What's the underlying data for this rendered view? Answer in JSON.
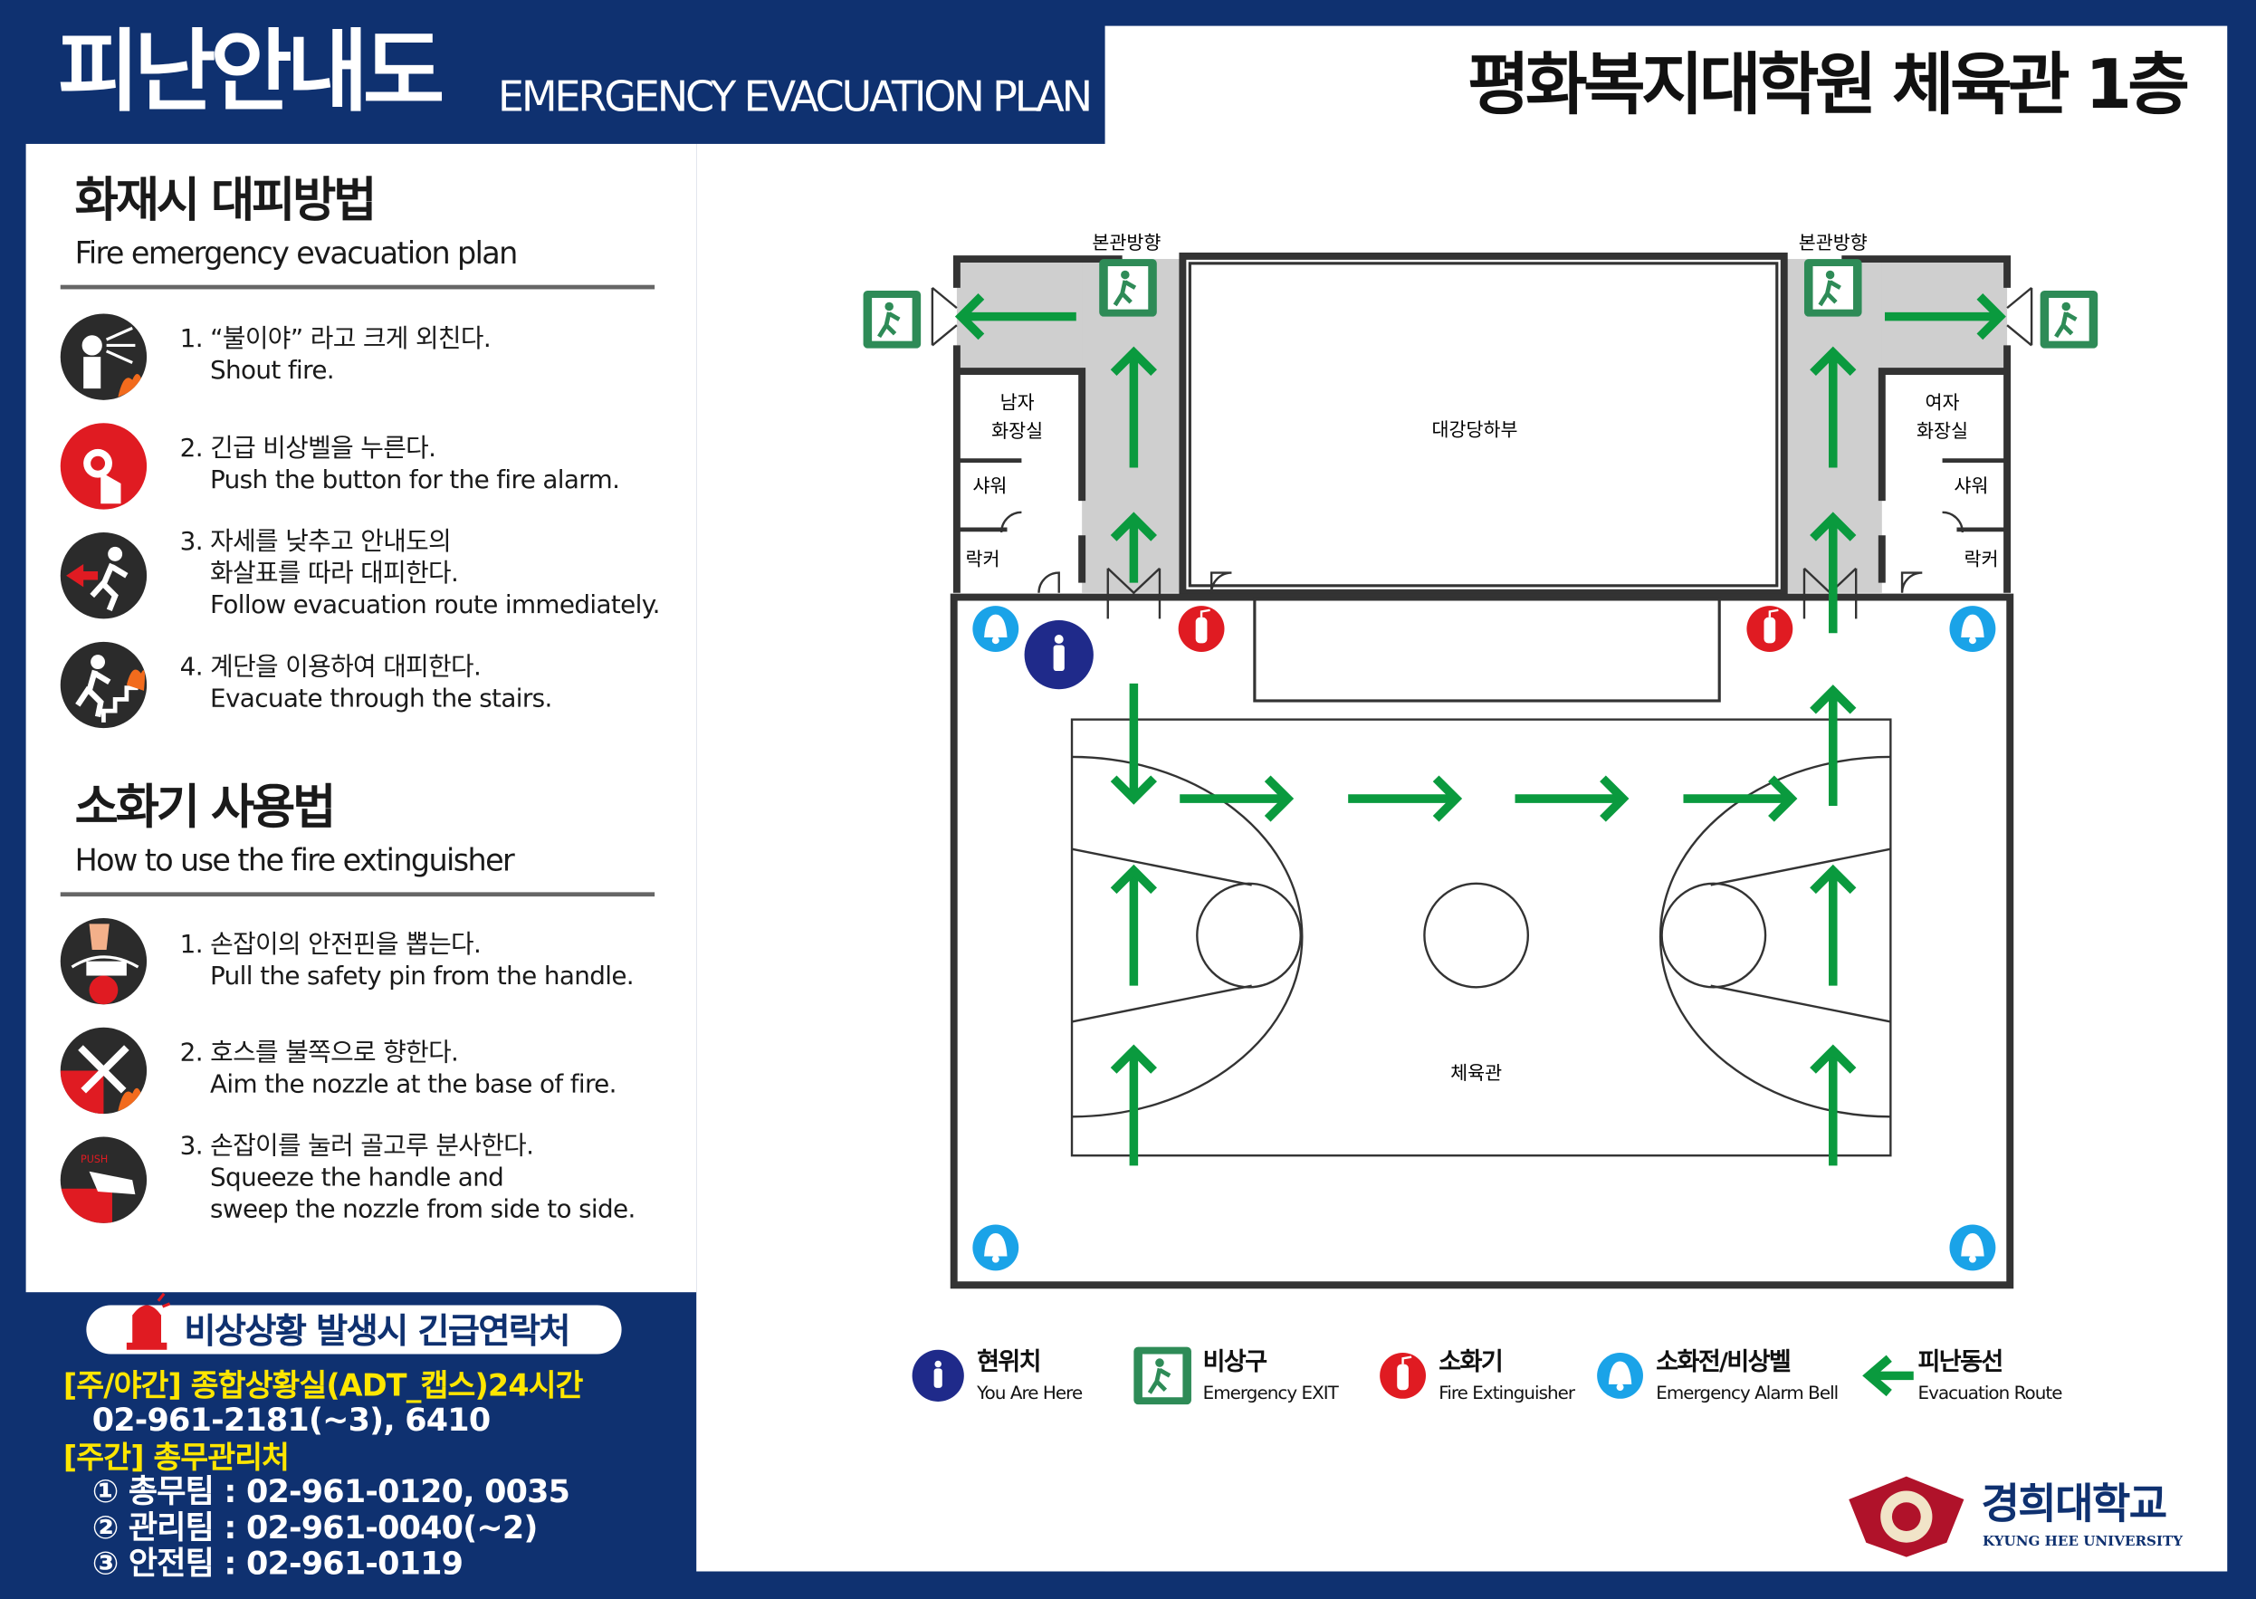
{
  "header": {
    "title_ko": "피난안내도",
    "title_en": "EMERGENCY EVACUATION PLAN",
    "building": "평화복지대학원 체육관 1층"
  },
  "fire_section": {
    "title": "화재시 대피방법",
    "subtitle": "Fire emergency evacuation plan",
    "steps": [
      {
        "ko": "1. “불이야” 라고 크게 외친다.",
        "en": [
          "Shout fire."
        ]
      },
      {
        "ko": "2. 긴급 비상벨을 누른다.",
        "en": [
          "Push the button for the fire alarm."
        ]
      },
      {
        "ko": "3. 자세를 낮추고 안내도의",
        "ko2": "화살표를 따라 대피한다.",
        "en": [
          "Follow evacuation route immediately."
        ]
      },
      {
        "ko": "4. 계단을 이용하여 대피한다.",
        "en": [
          "Evacuate through the stairs."
        ]
      }
    ]
  },
  "extinguisher_section": {
    "title": "소화기 사용법",
    "subtitle": "How to use the fire extinguisher",
    "steps": [
      {
        "ko": "1. 손잡이의 안전핀을 뽑는다.",
        "en": [
          "Pull the safety pin from the handle."
        ]
      },
      {
        "ko": "2. 호스를 불쪽으로 향한다.",
        "en": [
          "Aim the nozzle at the base of fire."
        ]
      },
      {
        "ko": "3. 손잡이를 눌러 골고루 분사한다.",
        "en": [
          "Squeeze the handle and",
          "sweep the nozzle from side to side."
        ]
      }
    ],
    "push_label": "PUSH"
  },
  "contact": {
    "title": "비상상황 발생시 긴급연락처",
    "line1": "[주/야간] 종합상황실(ADT_캡스)24시간",
    "line1_phone": "02-961-2181(~3), 6410",
    "line2": "[주간] 총무관리처",
    "teams": [
      "① 총무팀 : 02-961-0120, 0035",
      "② 관리팀 : 02-961-0040(~2)",
      "③ 안전팀 : 02-961-0119"
    ]
  },
  "plan": {
    "to_main_left": "본관방향",
    "to_main_right": "본관방향",
    "men_restroom": [
      "남자",
      "화장실"
    ],
    "women_restroom": [
      "여자",
      "화장실"
    ],
    "shower_left": "샤워",
    "shower_right": "샤워",
    "locker_left": "락커",
    "locker_right": "락커",
    "auditorium_below": "대강당하부",
    "gym": "체육관"
  },
  "legend": [
    {
      "ko": "현위치",
      "en": "You Are Here",
      "icon": "you-are-here-icon"
    },
    {
      "ko": "비상구",
      "en": "Emergency EXIT",
      "icon": "exit-sign-icon"
    },
    {
      "ko": "소화기",
      "en": "Fire Extinguisher",
      "icon": "fire-extinguisher-icon"
    },
    {
      "ko": "소화전/비상벨",
      "en": "Emergency Alarm Bell",
      "icon": "alarm-bell-icon"
    },
    {
      "ko": "피난동선",
      "en": "Evacuation Route",
      "icon": "arrow-left-icon"
    }
  ],
  "logo": {
    "ko": "경희대학교",
    "en": "KYUNG HEE UNIVERSITY"
  },
  "colors": {
    "navy": "#0f3170",
    "green": "#0a9a3e",
    "red": "#e01b22",
    "blue": "#1aa3e8",
    "yellow": "#ffe600"
  }
}
